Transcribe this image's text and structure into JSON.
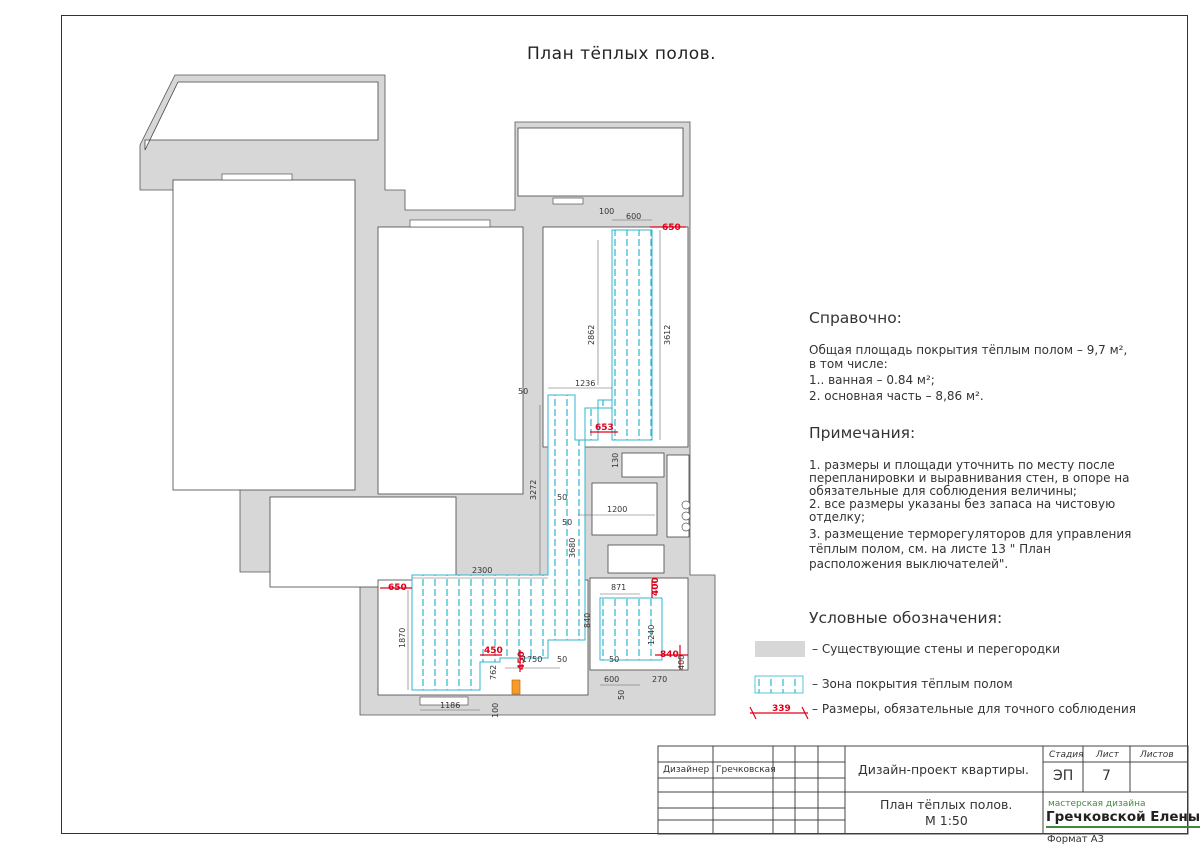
{
  "title": "План тёплых полов.",
  "reference": {
    "heading": "Справочно:",
    "lines": [
      "Общая площадь покрытия тёплым полом – 9,7 м²,",
      "в том числе:",
      "1.. ванная – 0.84 м²;",
      "2. основная часть – 8,86 м²."
    ]
  },
  "notes": {
    "heading": "Примечания:",
    "lines": [
      "1. размеры и площади уточнить по месту после",
      "перепланировки и выравнивания стен, в опоре на",
      "обязательные для соблюдения величины;",
      "2. все размеры указаны без запаса на чистовую",
      "отделку;",
      "3. размещение терморегуляторов для управления",
      "тёплым полом, см. на листе 13 \" План",
      "расположения выключателей\"."
    ]
  },
  "legend": {
    "heading": "Условные обозначения:",
    "items": [
      "– Существующие стены и перегородки",
      "– Зона покрытия тёплым полом",
      "– Размеры, обязательные для точного соблюдения"
    ],
    "sample_dimension": "339"
  },
  "dimensions": {
    "d100": "100",
    "d600": "600",
    "d650_top": "650",
    "d2862": "2862",
    "d3612": "3612",
    "d50_a": "50",
    "d1236": "1236",
    "d653": "653",
    "d130": "130",
    "d3272": "3272",
    "d50_b": "50",
    "d50_c": "50",
    "d1200": "1200",
    "d3680": "3680",
    "d2300": "2300",
    "d650_left": "650",
    "d871": "871",
    "d400_a": "400",
    "d840_v": "840",
    "d1240": "1240",
    "d1870": "1870",
    "d450_a": "450",
    "d1750": "1750",
    "d50_d": "50",
    "d50_e": "50",
    "d840_h": "840",
    "d450_b": "450",
    "d400_b": "400",
    "d762": "762",
    "d600_b": "600",
    "d270": "270",
    "d50_f": "50",
    "d1186": "1186",
    "d100_b": "100"
  },
  "stamp": {
    "designer_role": "Дизайнер",
    "designer_name": "Гречковская",
    "project": "Дизайн-проект квартиры.",
    "sheet_title": "План тёплых полов.",
    "scale": "М 1:50",
    "stage_label": "Стадия",
    "sheet_label": "Лист",
    "sheets_label": "Листов",
    "stage_value": "ЭП",
    "sheet_value": "7",
    "logo_top": "мастерская дизайна",
    "logo_main": "Гречковской Елены",
    "format": "Формат А3"
  },
  "colors": {
    "wall": "#d7d7d7",
    "heated_floor": "#2db7cf",
    "required_dimension": "#e0001b"
  }
}
